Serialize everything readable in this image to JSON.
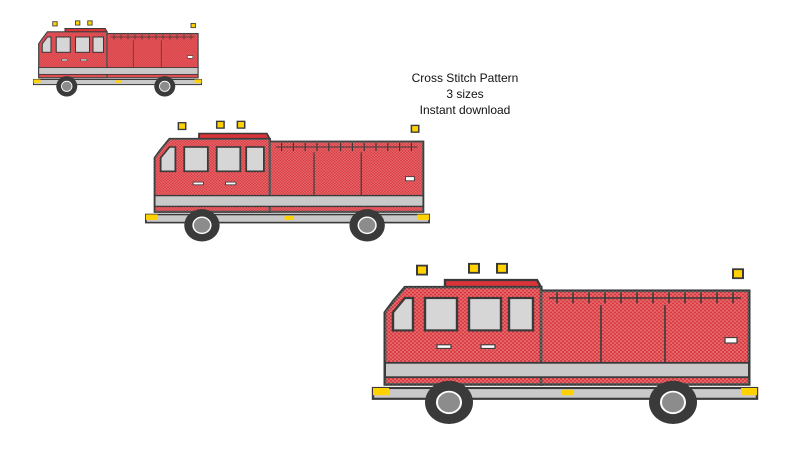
{
  "caption": {
    "line1": "Cross Stitch Pattern",
    "line2": "3 sizes",
    "line3": "Instant download"
  },
  "colors": {
    "red": "#d9343a",
    "outline": "#3a3a3a",
    "gray": "#c9c9c9",
    "yellow": "#ffd200",
    "window": "#d6d6d6",
    "wheel": "#8c8c8c"
  },
  "icons": [
    "fire-truck-small-icon",
    "fire-truck-medium-icon",
    "fire-truck-large-icon"
  ]
}
